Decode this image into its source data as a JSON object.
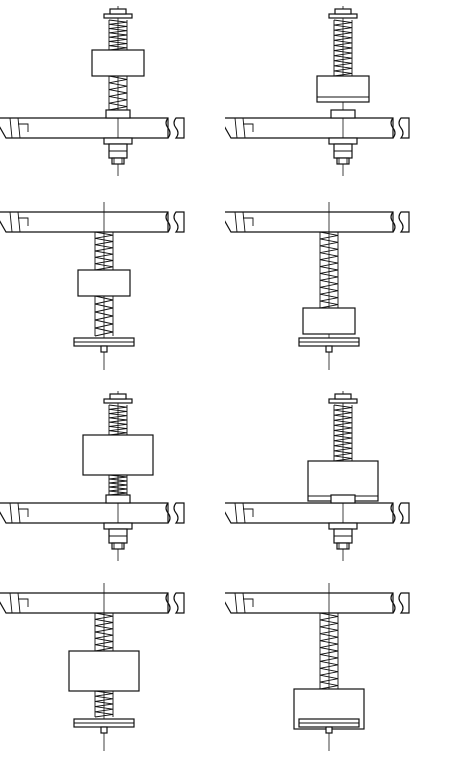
{
  "figures": [
    {
      "id": "a",
      "orientation": "up",
      "weight": "small",
      "state": "extended"
    },
    {
      "id": "b",
      "orientation": "up",
      "weight": "small",
      "state": "compressed"
    },
    {
      "id": "c",
      "orientation": "down",
      "weight": "small",
      "state": "extended"
    },
    {
      "id": "d",
      "orientation": "down",
      "weight": "small",
      "state": "compressed"
    },
    {
      "id": "e",
      "orientation": "up",
      "weight": "large",
      "state": "extended"
    },
    {
      "id": "f",
      "orientation": "up",
      "weight": "large",
      "state": "compressed"
    },
    {
      "id": "g",
      "orientation": "down",
      "weight": "large",
      "state": "extended"
    },
    {
      "id": "h",
      "orientation": "down",
      "weight": "large",
      "state": "compressed"
    }
  ],
  "colors": {
    "line": "#111111",
    "background": "#ffffff"
  }
}
